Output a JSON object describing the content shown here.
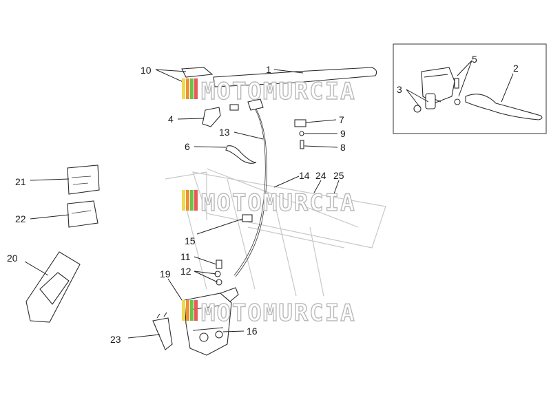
{
  "watermark": {
    "text": "MOTOMURCIA",
    "colors": [
      "#f2d84a",
      "#e8903a",
      "#6fbf4a",
      "#e85a5a"
    ]
  },
  "callouts": {
    "c1": "1",
    "c2": "2",
    "c3": "3",
    "c4": "4",
    "c5": "5",
    "c6": "6",
    "c7": "7",
    "c8": "8",
    "c9": "9",
    "c10": "10",
    "c11": "11",
    "c12": "12",
    "c13": "13",
    "c14": "14",
    "c15": "15",
    "c16": "16",
    "c19": "19",
    "c20": "20",
    "c21": "21",
    "c22": "22",
    "c23": "23",
    "c24": "24",
    "c25": "25"
  }
}
